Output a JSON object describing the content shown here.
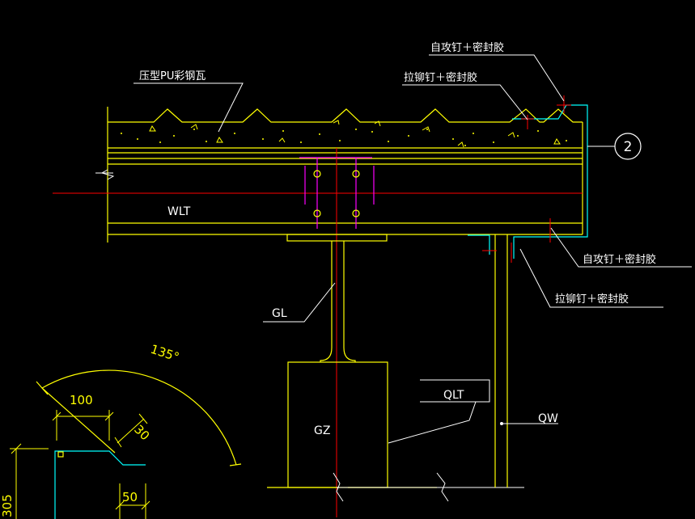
{
  "colors": {
    "background": "#000000",
    "structure": "#ffff00",
    "leader": "#ffffff",
    "centerline": "#ff0000",
    "bolt": "#ff00ff",
    "flashing": "#00ffff"
  },
  "labels": {
    "roof_panel": "压型PU彩钢瓦",
    "self_tap_top": "自攻钉＋密封胶",
    "rivet_top": "拉铆钉＋密封胶",
    "self_tap_side": "自攻钉＋密封胶",
    "rivet_side": "拉铆钉＋密封胶",
    "purlin": "WLT",
    "steel_beam": "GL",
    "wall_beam": "QLT",
    "column": "GZ",
    "wall": "QW",
    "detail_number": "2"
  },
  "dimensions": {
    "angle": "135°",
    "length_100": "100",
    "length_30": "30",
    "height_305": "305",
    "length_50": "50"
  }
}
